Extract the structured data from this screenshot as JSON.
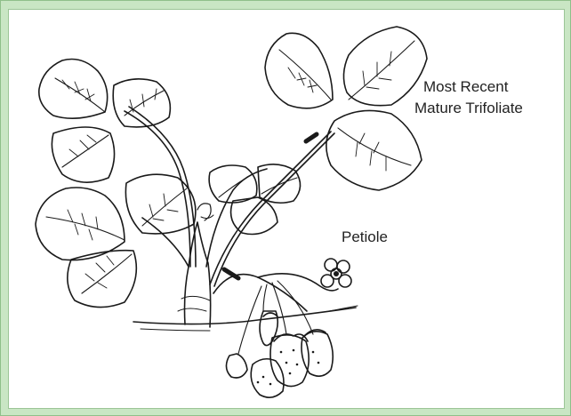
{
  "labels": {
    "trifoliate_line1": "Most Recent",
    "trifoliate_line2": "Mature Trifoliate",
    "petiole": "Petiole"
  },
  "colors": {
    "frame": "#c9e6c4",
    "panel": "#ffffff",
    "ink": "#1a1a1a"
  }
}
